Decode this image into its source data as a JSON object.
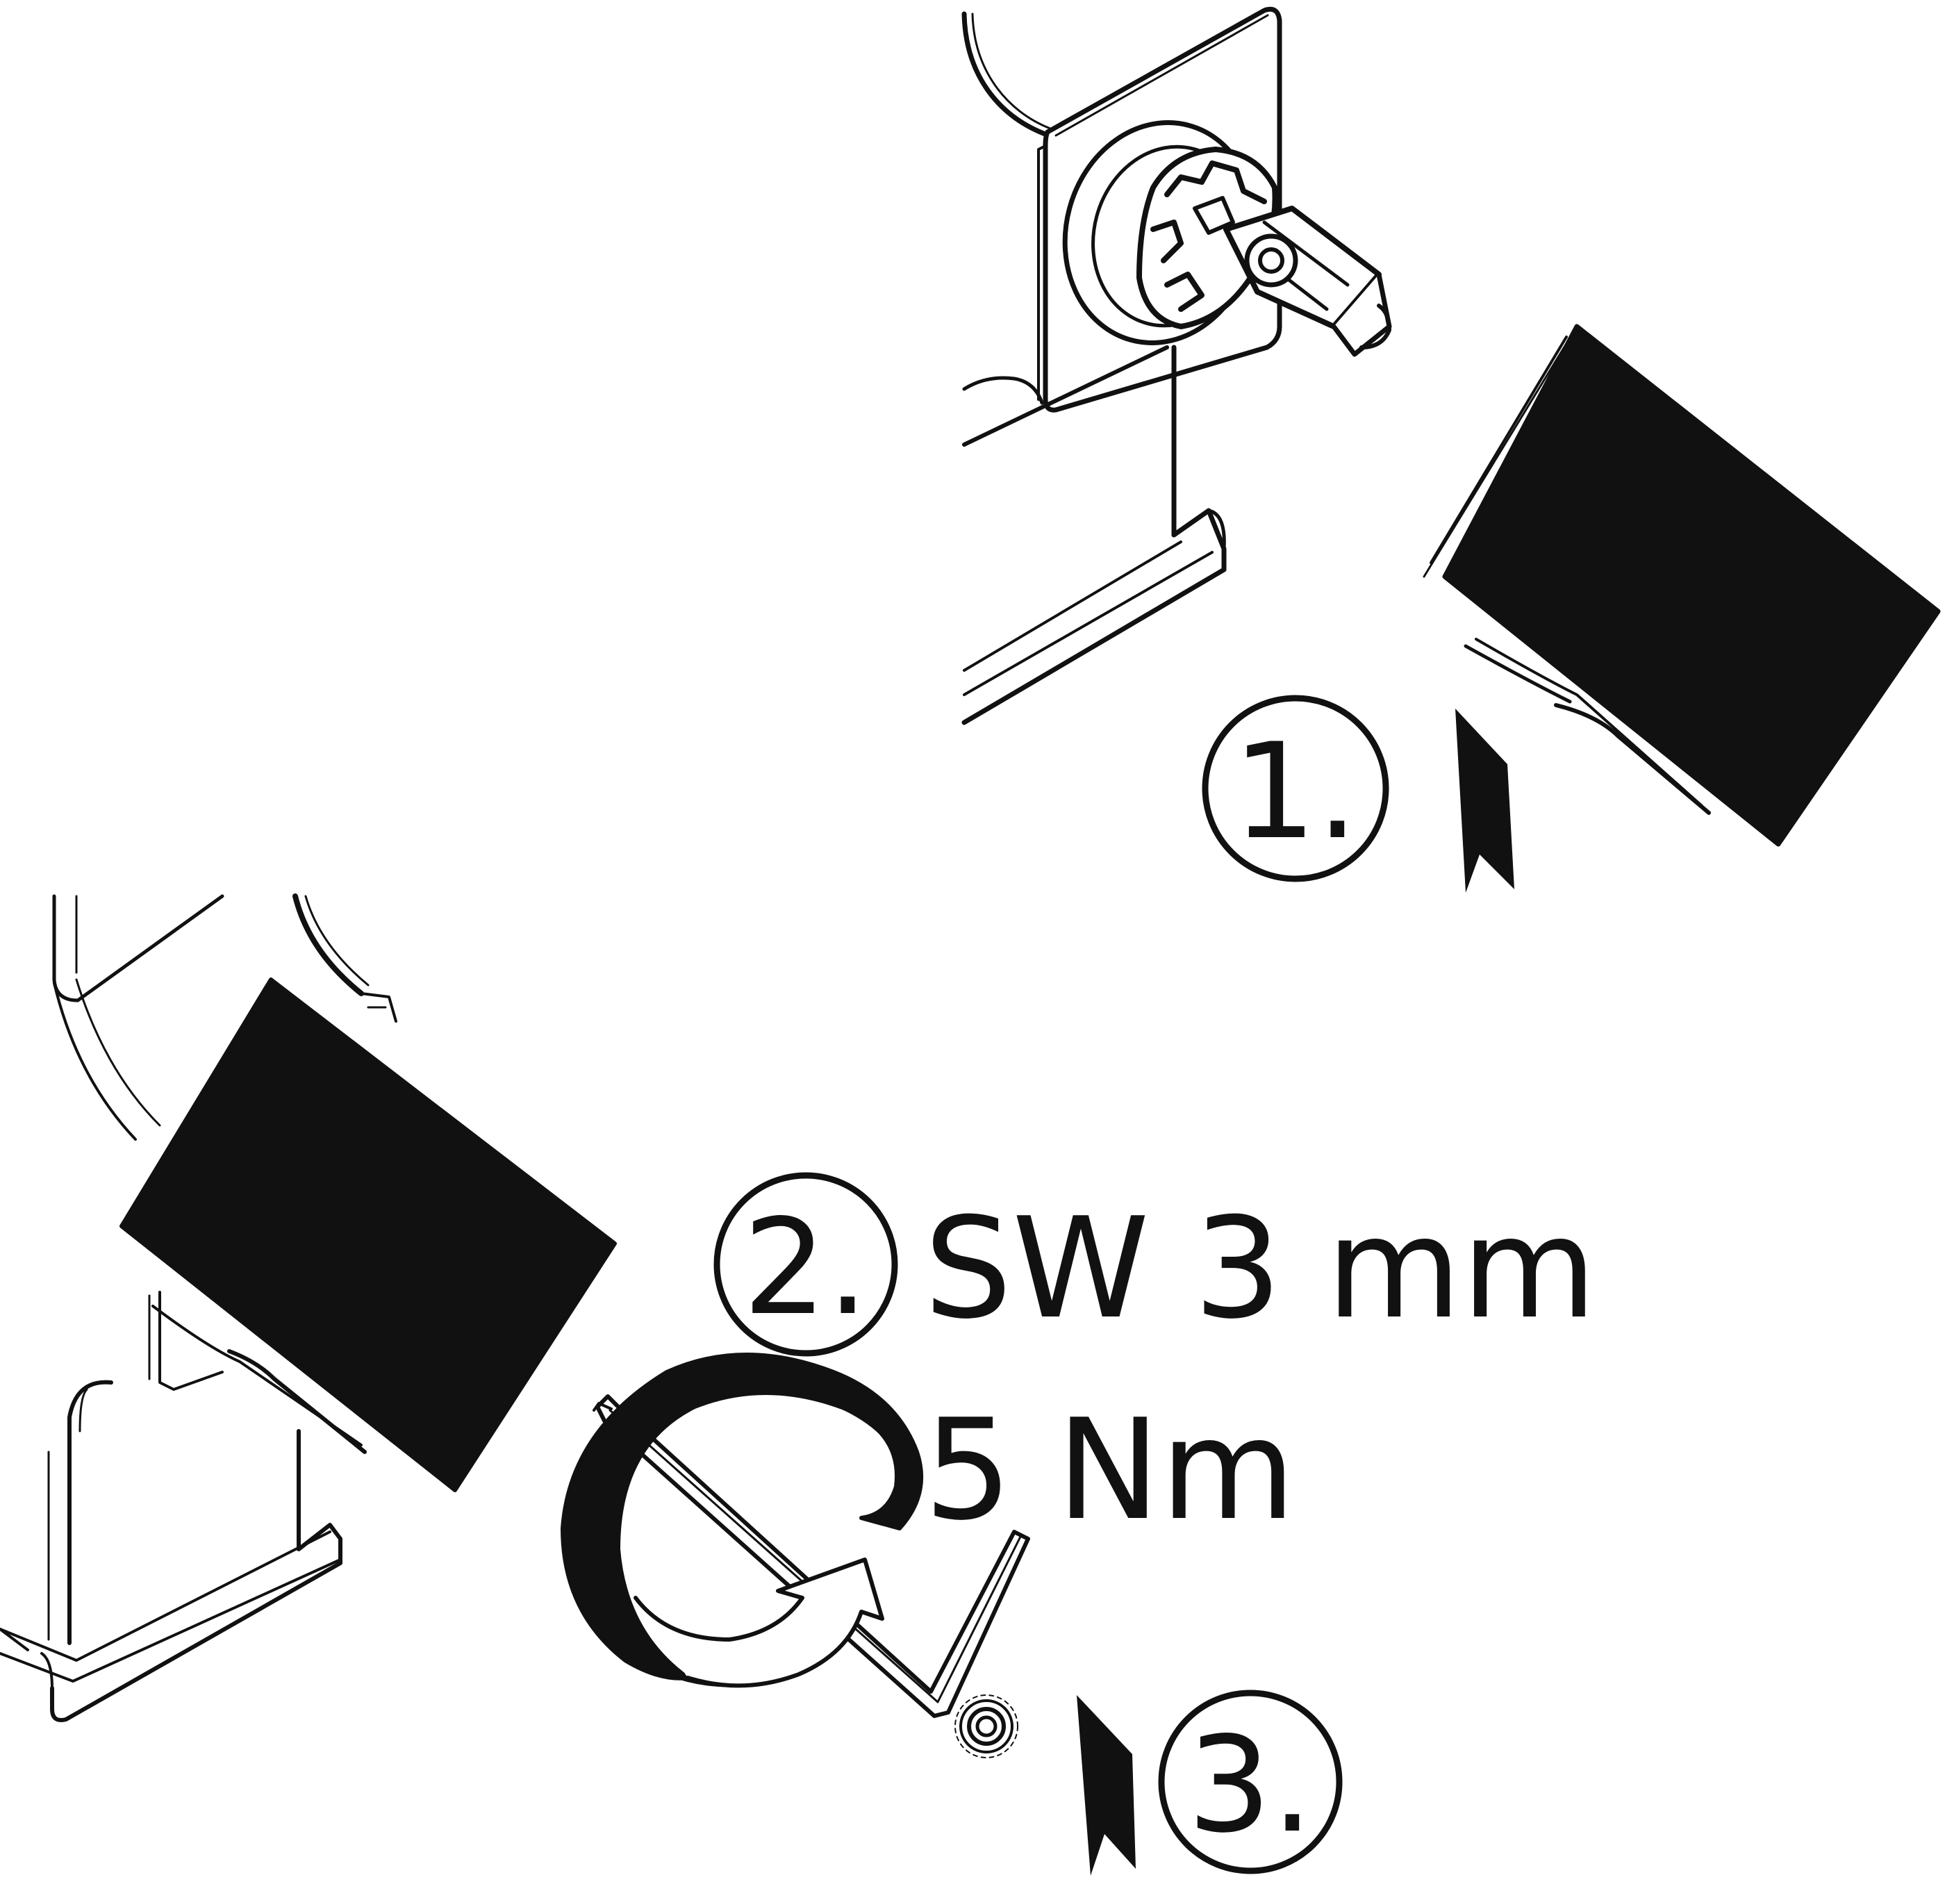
{
  "steps": [
    {
      "id": 1,
      "label": "1."
    },
    {
      "id": 2,
      "label": "2."
    },
    {
      "id": 3,
      "label": "3."
    }
  ],
  "specs": {
    "wrench_size": "SW 3 mm",
    "torque": "5 Nm"
  },
  "colors": {
    "ink": "#111111",
    "paper": "#ffffff"
  },
  "icons": [
    "wall-plate-icon",
    "valve-cartridge-icon",
    "handle-block-icon",
    "hex-key-icon",
    "rotation-arrow-icon",
    "grub-screw-icon",
    "push-arrow-icon"
  ]
}
